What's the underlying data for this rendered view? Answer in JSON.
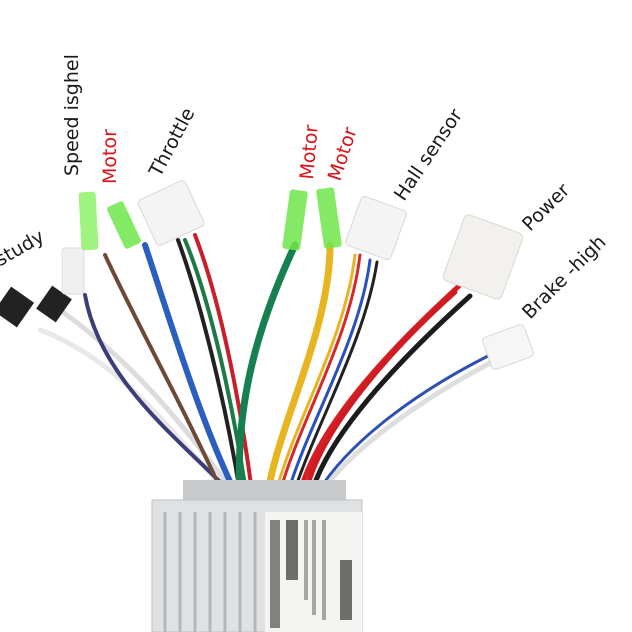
{
  "labels": {
    "speed": "Speed isghel",
    "motor_1": "Motor",
    "throttle": "Throttle",
    "motor_2": "Motor",
    "motor_3": "Motor",
    "hall": "Hall sensor",
    "power": "Power",
    "brake_high": "Brake -high",
    "study": "-study"
  },
  "colors": {
    "label_text": "#1a1a1a",
    "motor_label": "#d9141b",
    "connector_green": "#7cf05a",
    "connector_white": "#f2f2f2",
    "housing": "#d9dbdd"
  }
}
